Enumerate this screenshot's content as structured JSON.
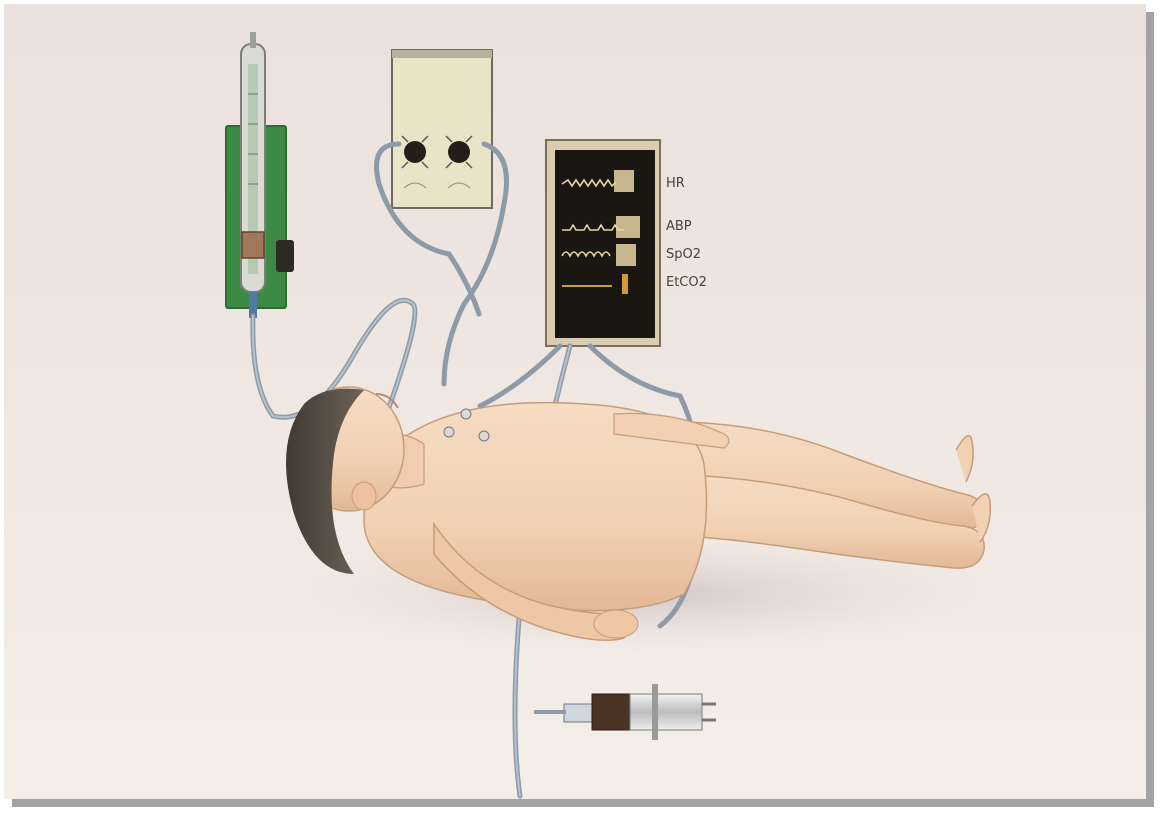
{
  "scene": {
    "background_colors": [
      "#efe6e3",
      "#f0e9e4",
      "#f2ede7"
    ],
    "icons": [
      "flowmeter-icon",
      "gauge-panel-icon",
      "vital-monitor-icon",
      "syringe-icon",
      "patient-figure",
      "tubing-lines"
    ]
  },
  "monitor": {
    "channels": [
      {
        "label": "HR"
      },
      {
        "label": "ABP"
      },
      {
        "label": "SpO2"
      },
      {
        "label": "EtCO2"
      }
    ],
    "screen_color": "#1a1612",
    "trace_color": "#e6d3a6",
    "panel_color": "#d9ccb0"
  },
  "flowmeter": {
    "board_color": "#3d8a45"
  },
  "gauge_panel": {
    "panel_color": "#e9e3c8"
  }
}
